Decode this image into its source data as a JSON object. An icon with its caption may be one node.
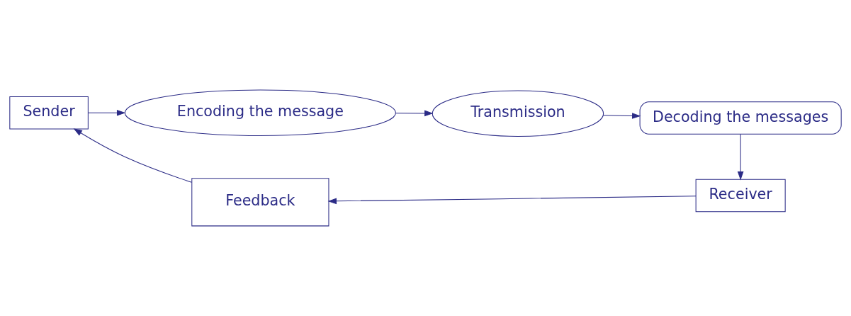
{
  "diagram": {
    "nodes": [
      {
        "text": [
          "Sender"
        ]
      },
      {
        "text": [
          "Encoding the message"
        ]
      },
      {
        "text": [
          "Transmission"
        ]
      },
      {
        "text": [
          "Decoding the messages"
        ]
      },
      {
        "text": [
          "Receiver"
        ]
      },
      {
        "text": [
          "Feedback"
        ]
      }
    ],
    "edges": [
      {
        "from": 0,
        "to": 1,
        "arrow": "to"
      },
      {
        "from": 1,
        "to": 2,
        "arrow": "to"
      },
      {
        "from": 2,
        "to": 3,
        "arrow": "to"
      },
      {
        "from": 3,
        "to": 4,
        "arrow": "to"
      },
      {
        "from": 4,
        "to": 5,
        "arrow": "to"
      },
      {
        "from": 5,
        "to": 0,
        "arrow": "to"
      }
    ]
  }
}
